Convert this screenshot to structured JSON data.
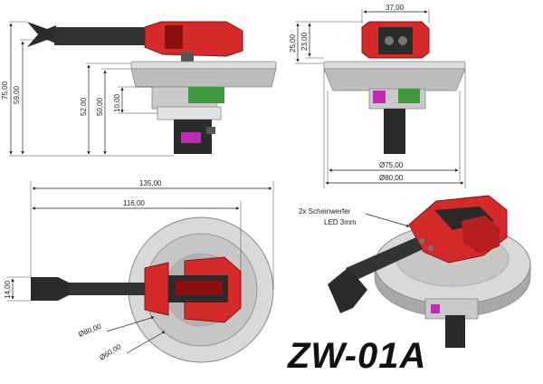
{
  "title": "ZW-01A",
  "note": {
    "line1": "2x Scheinwerfer",
    "line2": "LED 3mm"
  },
  "dims": {
    "side_total_height": "75,00",
    "side_h59": "59,00",
    "side_h52": "52,00",
    "side_h50": "50,00",
    "side_h10": "10,00",
    "front_width37": "37,00",
    "front_h25": "25,00",
    "front_h23": "23,00",
    "front_d75": "Ø75,00",
    "front_d80": "Ø80,00",
    "top_length135": "135,00",
    "top_length116": "116,00",
    "top_h14": "14,00",
    "top_d80": "Ø80,00",
    "top_d60": "Ø60,00"
  },
  "colors": {
    "red": "#d42a2a",
    "dark_red": "#8c1010",
    "gray": "#bdbdbd",
    "dark_gray": "#6e6e6e",
    "black": "#2b2b2b",
    "green": "#3f9a3f",
    "magenta": "#c02ab0"
  }
}
